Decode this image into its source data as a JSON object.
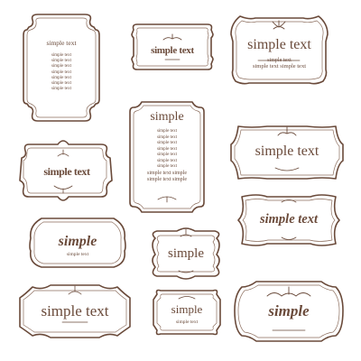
{
  "colors": {
    "frame": "#6a4a3a",
    "inner_frame": "#8c6e5e",
    "text": "#6a4a3a",
    "background": "#ffffff"
  },
  "labels": {
    "l1": {
      "title": "simple text",
      "lines": [
        "simple text",
        "simple text",
        "simple text",
        "simple text",
        "simple text",
        "simple text",
        "simple text"
      ]
    },
    "l2": {
      "title": "simple text"
    },
    "l3": {
      "title": "simple text",
      "sub1": "simple text",
      "sub2": "simple text simple text"
    },
    "l4": {
      "title": "simple",
      "lines": [
        "simple text",
        "simple text",
        "simple text",
        "simple text",
        "simple text",
        "simple text",
        "simple text",
        "simple text simple",
        "simple text simple"
      ]
    },
    "l5": {
      "title": "simple text"
    },
    "l6": {
      "title": "simple text"
    },
    "l7": {
      "title": "simple",
      "sub": "simple text"
    },
    "l8": {
      "title": "simple text"
    },
    "l9": {
      "title": "simple"
    },
    "l10": {
      "title": "simple text"
    },
    "l11": {
      "title": "simple",
      "sub": "simple text"
    },
    "l12": {
      "title": "simple"
    }
  },
  "ornaments": [
    "flourish-ornament",
    "scroll-ornament",
    "fleur-de-lis-ornament"
  ]
}
